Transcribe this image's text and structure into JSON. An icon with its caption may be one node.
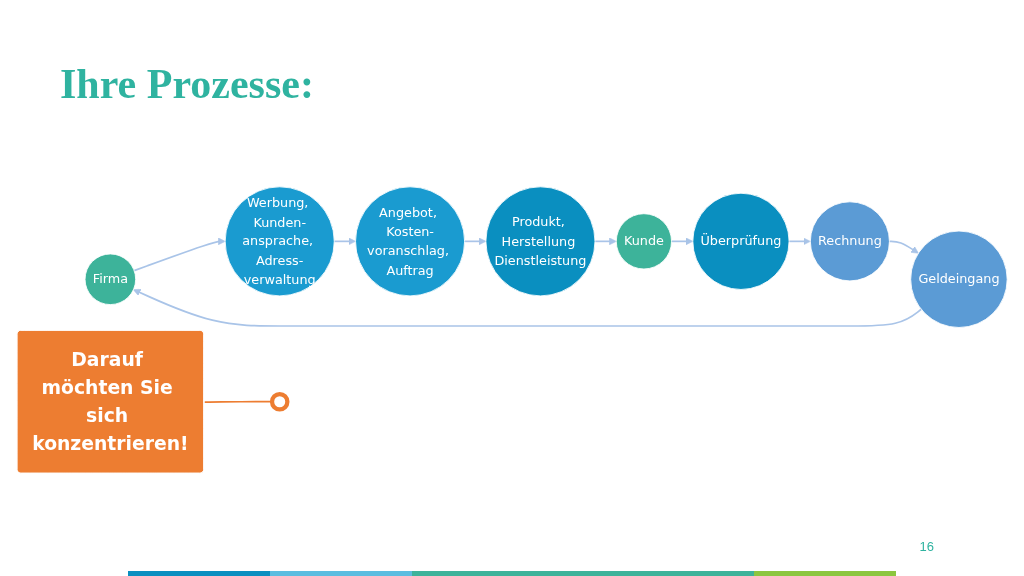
{
  "diagram": {
    "title": "Ihre Prozesse:",
    "nodes": [
      {
        "text": [
          "Firma"
        ]
      },
      {
        "text": [
          "Werbung, Kunden-ansprache, Adress-verwaltung"
        ]
      },
      {
        "text": [
          "Angebot, Kosten-voranschlag, Auftrag"
        ]
      },
      {
        "text": [
          "Produkt, Herstellung Dienstleistung"
        ]
      },
      {
        "text": [
          "Kunde"
        ]
      },
      {
        "text": [
          "Überprüfung"
        ]
      },
      {
        "text": [
          "Rechnung"
        ]
      },
      {
        "text": [
          "Geldeingang"
        ]
      },
      {
        "text": [
          "Darauf möchten Sie sich konzentrieren!"
        ]
      },
      {
        "text": [],
        "shape": "circle"
      }
    ],
    "edges": [
      {
        "from": 0,
        "to": 1,
        "arrow": "to"
      },
      {
        "from": 1,
        "to": 2,
        "arrow": "to"
      },
      {
        "from": 2,
        "to": 3,
        "arrow": "to"
      },
      {
        "from": 3,
        "to": 4,
        "arrow": "to"
      },
      {
        "from": 4,
        "to": 5,
        "arrow": "to"
      },
      {
        "from": 5,
        "to": 6,
        "arrow": "to"
      },
      {
        "from": 6,
        "to": 7,
        "arrow": "to"
      },
      {
        "from": 7,
        "to": 0,
        "arrow": "to"
      },
      {
        "from": 8,
        "to": 9,
        "arrow": "none",
        "color": "#ed7d31"
      }
    ],
    "labels": [
      "16"
    ]
  }
}
